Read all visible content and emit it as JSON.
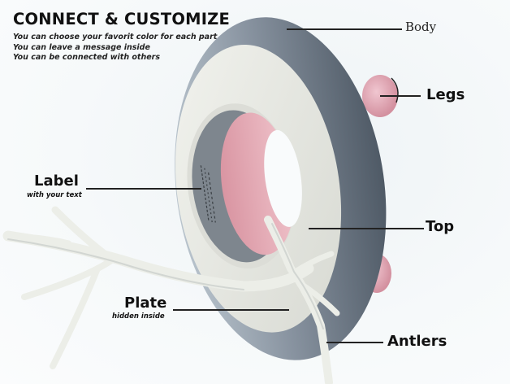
{
  "heading": {
    "title": "CONNECT & CUSTOMIZE",
    "lines": [
      "You can choose your favorit color for each part",
      "You can leave a message inside",
      "You can be connected with others"
    ]
  },
  "callouts": {
    "body": {
      "label": "Body"
    },
    "legs": {
      "label": "Legs"
    },
    "label": {
      "label": "Label",
      "sublabel": "with your text"
    },
    "top": {
      "label": "Top"
    },
    "plate": {
      "label": "Plate",
      "sublabel": "hidden inside"
    },
    "antlers": {
      "label": "Antlers"
    }
  },
  "colors": {
    "body": "#6f7b86",
    "top": "#e9eae4",
    "inner_pink": "#e4aab4",
    "legs": "#e7b7c4",
    "antlers": "#eceee8",
    "label_plate": "#7d858c"
  }
}
